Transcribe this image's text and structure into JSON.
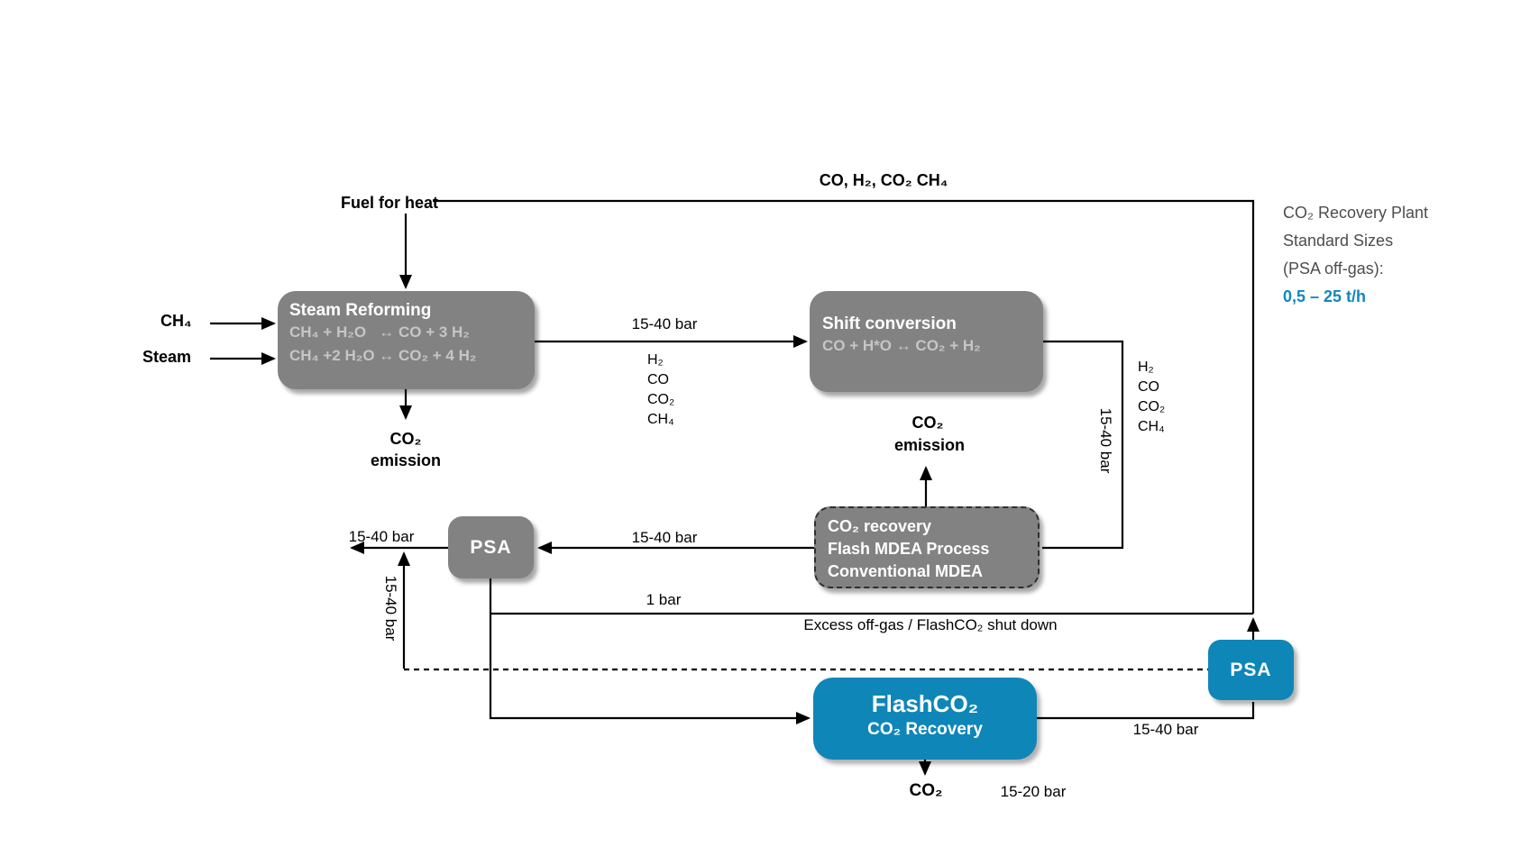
{
  "colors": {
    "box_gray": "#828282",
    "box_blue": "#0F86B8",
    "eq_text_gray": "#c6c6c6",
    "note_text_gray": "#4d4d4d",
    "note_blue": "#1287BE"
  },
  "top": {
    "offgas_composition": "CO, H₂, CO₂ CH₄",
    "fuel_label": "Fuel for heat"
  },
  "feeds": {
    "ch4": "CH₄",
    "steam": "Steam"
  },
  "boxes": {
    "steam_reforming": {
      "title": "Steam Reforming",
      "eq1": "CH₄ + H₂O   ↔ CO + 3 H₂",
      "eq2": "CH₄ +2 H₂O ↔ CO₂ + 4 H₂"
    },
    "shift_conversion": {
      "title": "Shift conversion",
      "eq1": "CO + H*O ↔ CO₂ + H₂"
    },
    "co2_recovery": {
      "line1": "CO₂ recovery",
      "line2": "Flash MDEA Process",
      "line3": "Conventional MDEA"
    },
    "psa_gray": {
      "label": "PSA"
    },
    "psa_blue": {
      "label": "PSA"
    },
    "flashco2": {
      "title": "FlashCO₂",
      "subtitle": "CO₂ Recovery"
    }
  },
  "streams": {
    "reformer_to_shift_pressure": "15-40 bar",
    "reformer_to_shift_components": [
      "H₂",
      "CO",
      "CO₂",
      "CH₄"
    ],
    "shift_to_recovery_pressure": "15-40 bar",
    "shift_to_recovery_components": [
      "H₂",
      "CO",
      "CO₂",
      "CH₄"
    ],
    "recovery_to_psa_pressure": "15-40 bar",
    "psa_product_pressure": "15-40 bar",
    "riser_pressure": "15-40 bar",
    "offgas_pressure": "1 bar",
    "excess_offgas": "Excess off-gas / FlashCO₂ shut down",
    "flash_to_psa_pressure": "15-40 bar",
    "co2_product_pressure": "15-20 bar"
  },
  "emissions": {
    "reformer_line1": "CO₂",
    "reformer_line2": "emission",
    "recovery_line1": "CO₂",
    "recovery_line2": "emission",
    "flash_product": "CO₂"
  },
  "side_note": {
    "line1": "CO₂ Recovery Plant",
    "line2": "Standard Sizes",
    "line3": "(PSA off-gas):",
    "line4": "0,5 – 25 t/h"
  }
}
